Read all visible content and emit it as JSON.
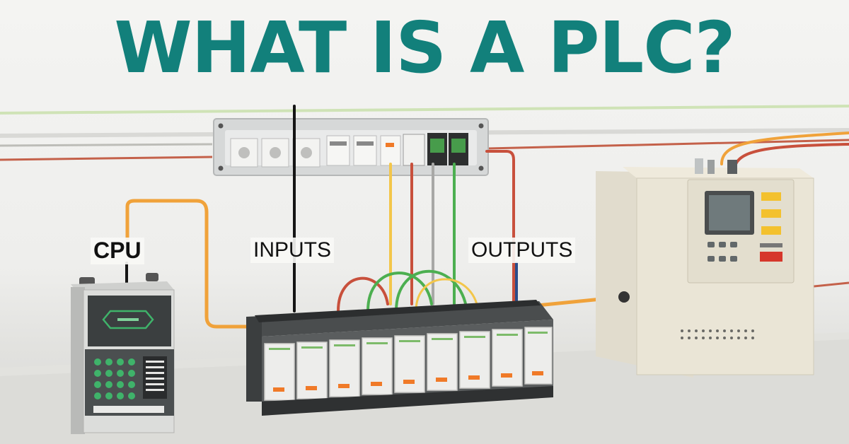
{
  "title": "WHAT IS A PLC?",
  "labels": {
    "cpu": "CPU",
    "inputs": "INPUTS",
    "outputs": "OUTPUTS"
  },
  "colors": {
    "title": "#12807b",
    "wire_orange": "#f0a23a",
    "wire_red": "#c8503c",
    "wire_green": "#4caf50",
    "wire_grey": "#9a9a9a",
    "wire_blue": "#2a4d8a",
    "indicator_orange": "#f07a28",
    "indicator_yellow": "#f3c12e",
    "indicator_red": "#d6372b",
    "screen_green": "#3fb36a"
  },
  "icons": {
    "plc_module": "plc-rack-icon",
    "cpu_unit": "cpu-unit-icon",
    "power_cabinet": "control-cabinet-icon",
    "terminal_panel": "terminal-panel-icon"
  }
}
